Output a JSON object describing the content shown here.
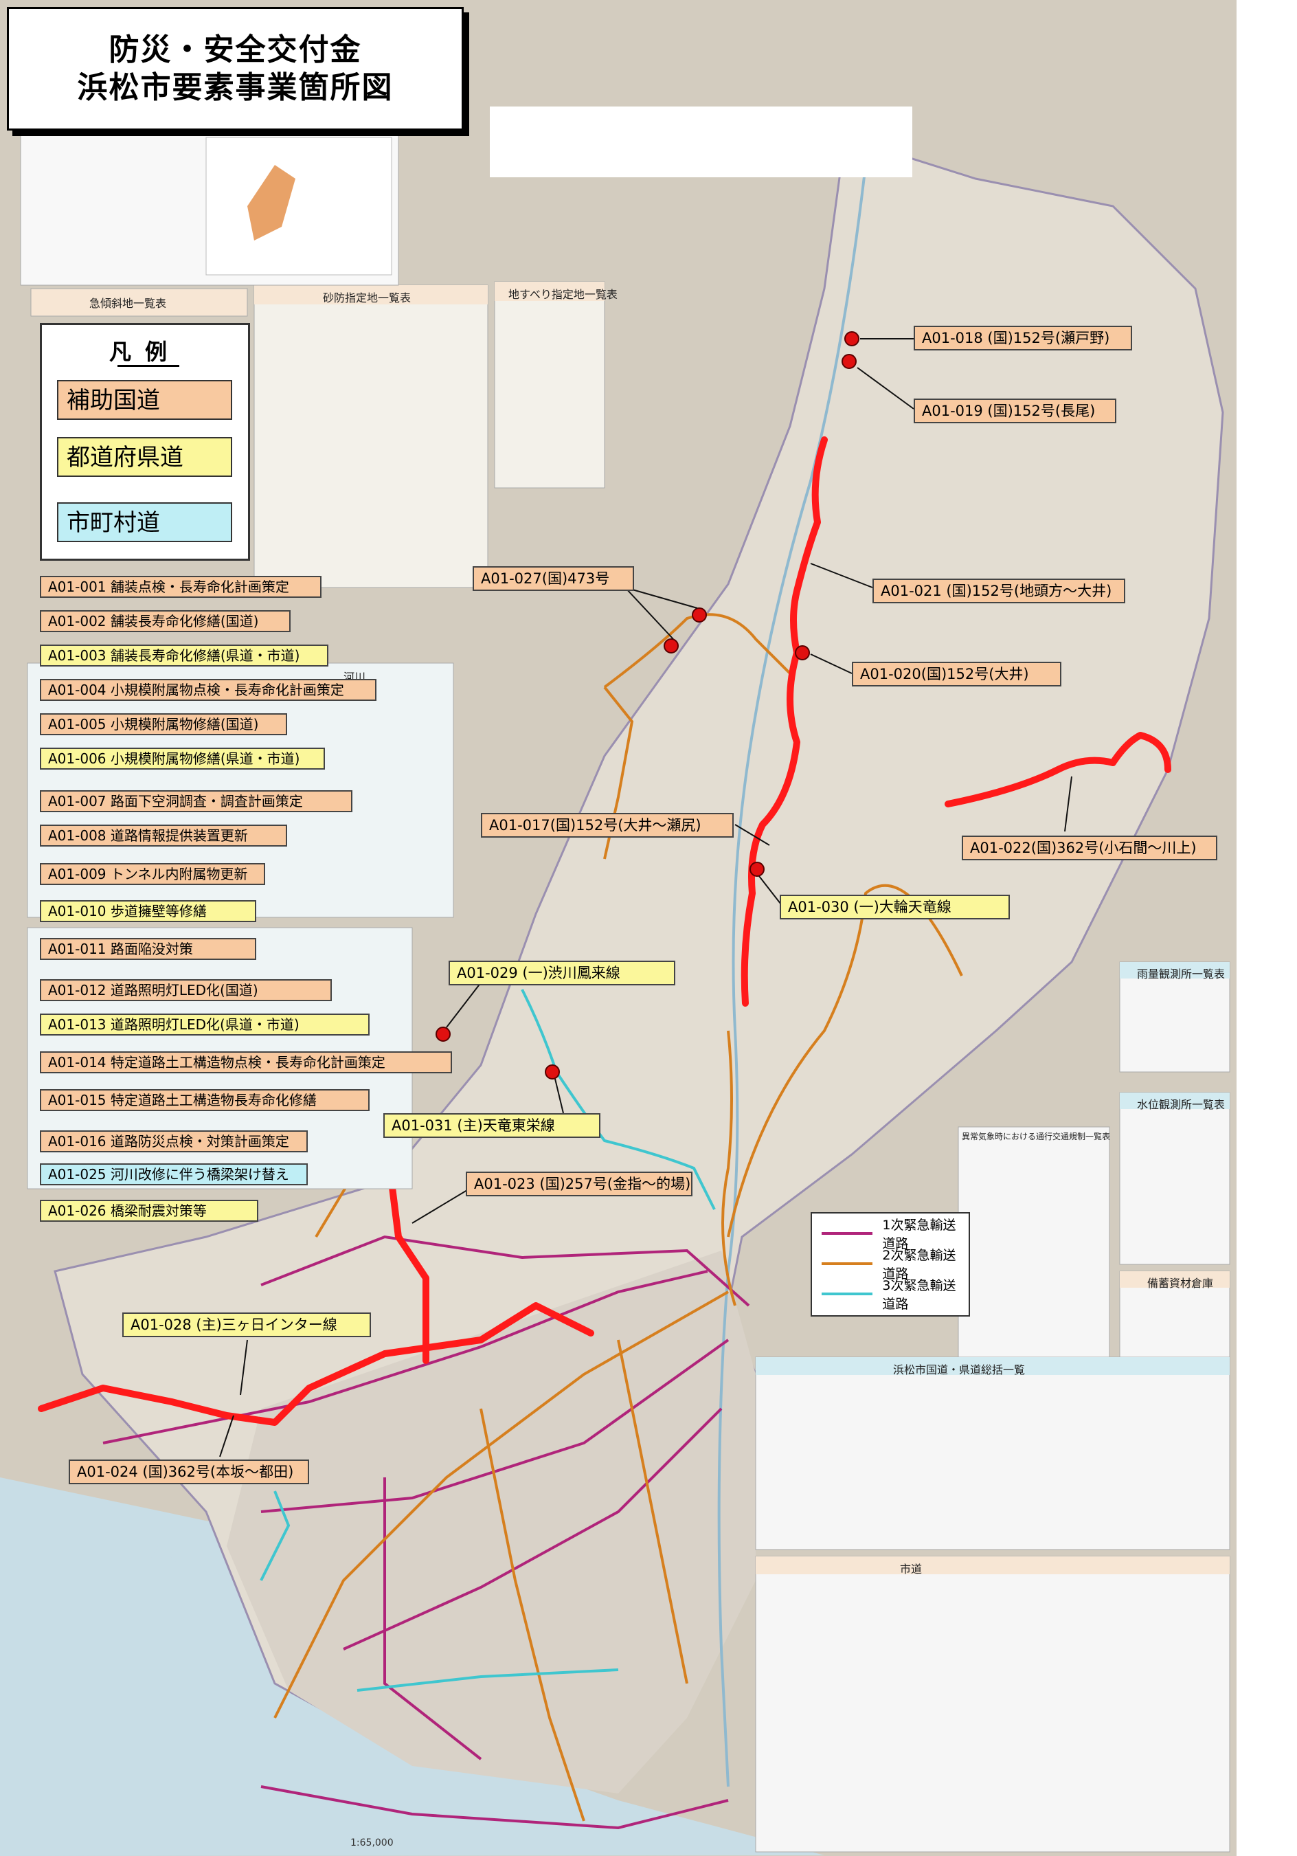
{
  "title": {
    "line1": "防災・安全交付金",
    "line2": "浜松市要素事業箇所図"
  },
  "legend": {
    "heading": "凡例",
    "items": [
      {
        "label": "補助国道",
        "color": "#f8c9a0"
      },
      {
        "label": "都道府県道",
        "color": "#fbf79b"
      },
      {
        "label": "市町村道",
        "color": "#bfeef5"
      }
    ]
  },
  "project_list": [
    {
      "label": "A01-001 舗装点検・長寿命化計画策定",
      "type": "orange"
    },
    {
      "label": "A01-002 舗装長寿命化修繕(国道)",
      "type": "orange"
    },
    {
      "label": "A01-003 舗装長寿命化修繕(県道・市道)",
      "type": "yellow"
    },
    {
      "label": "A01-004 小規模附属物点検・長寿命化計画策定",
      "type": "orange"
    },
    {
      "label": "A01-005 小規模附属物修繕(国道)",
      "type": "orange"
    },
    {
      "label": "A01-006 小規模附属物修繕(県道・市道)",
      "type": "yellow"
    },
    {
      "label": "A01-007 路面下空洞調査・調査計画策定",
      "type": "orange"
    },
    {
      "label": "A01-008 道路情報提供装置更新",
      "type": "orange"
    },
    {
      "label": "A01-009 トンネル内附属物更新",
      "type": "orange"
    },
    {
      "label": "A01-010 歩道擁壁等修繕",
      "type": "yellow"
    },
    {
      "label": "A01-011 路面陥没対策",
      "type": "orange"
    },
    {
      "label": "A01-012 道路照明灯LED化(国道)",
      "type": "orange"
    },
    {
      "label": "A01-013 道路照明灯LED化(県道・市道)",
      "type": "yellow"
    },
    {
      "label": "A01-014 特定道路土工構造物点検・長寿命化計画策定",
      "type": "orange"
    },
    {
      "label": "A01-015 特定道路土工構造物長寿命化修繕",
      "type": "orange"
    },
    {
      "label": "A01-016 道路防災点検・対策計画策定",
      "type": "orange"
    },
    {
      "label": "A01-025 河川改修に伴う橋梁架け替え",
      "type": "cyan"
    },
    {
      "label": "A01-026 橋梁耐震対策等",
      "type": "yellow"
    }
  ],
  "callouts": {
    "a018": "A01-018 (国)152号(瀬戸野)",
    "a019": "A01-019 (国)152号(長尾)",
    "a021": "A01-021 (国)152号(地頭方～大井)",
    "a027": "A01-027(国)473号",
    "a020": "A01-020(国)152号(大井)",
    "a022": "A01-022(国)362号(小石間～川上)",
    "a017": "A01-017(国)152号(大井～瀬尻)",
    "a030": "A01-030 (一)大輪天竜線",
    "a029": "A01-029 (一)渋川鳳来線",
    "a031": "A01-031 (主)天竜東栄線",
    "a023": "A01-023 (国)257号(金指～的場)",
    "a028": "A01-028 (主)三ヶ日インター線",
    "a024": "A01-024 (国)362号(本坂～都田)"
  },
  "road_legend": [
    {
      "label": "1次緊急輸送道路",
      "color": "#b0247a"
    },
    {
      "label": "2次緊急輸送道路",
      "color": "#d67f1e"
    },
    {
      "label": "3次緊急輸送道路",
      "color": "#3fc6cf"
    }
  ],
  "colors": {
    "project_line": "#ff1a1a",
    "marker": "#e01010",
    "terrain": "#cfc6b6",
    "city_boundary_fill": "#e3ddd2",
    "sea": "#c8dde6",
    "urban": "#d9d2c8"
  },
  "map_tables": {
    "t1": "急傾斜地一覧表",
    "t2": "砂防指定地一覧表",
    "t3": "地すべり指定地一覧表",
    "t4": "河川",
    "t5": "雨量観測所一覧表",
    "t6": "水位観測所一覧表",
    "t7": "異常気象時における通行交通規制一覧表",
    "t8": "備蓄資材倉庫",
    "t9": "浜松市国道・県道総括一覧",
    "t10": "市道"
  },
  "scale": "1:65,000"
}
